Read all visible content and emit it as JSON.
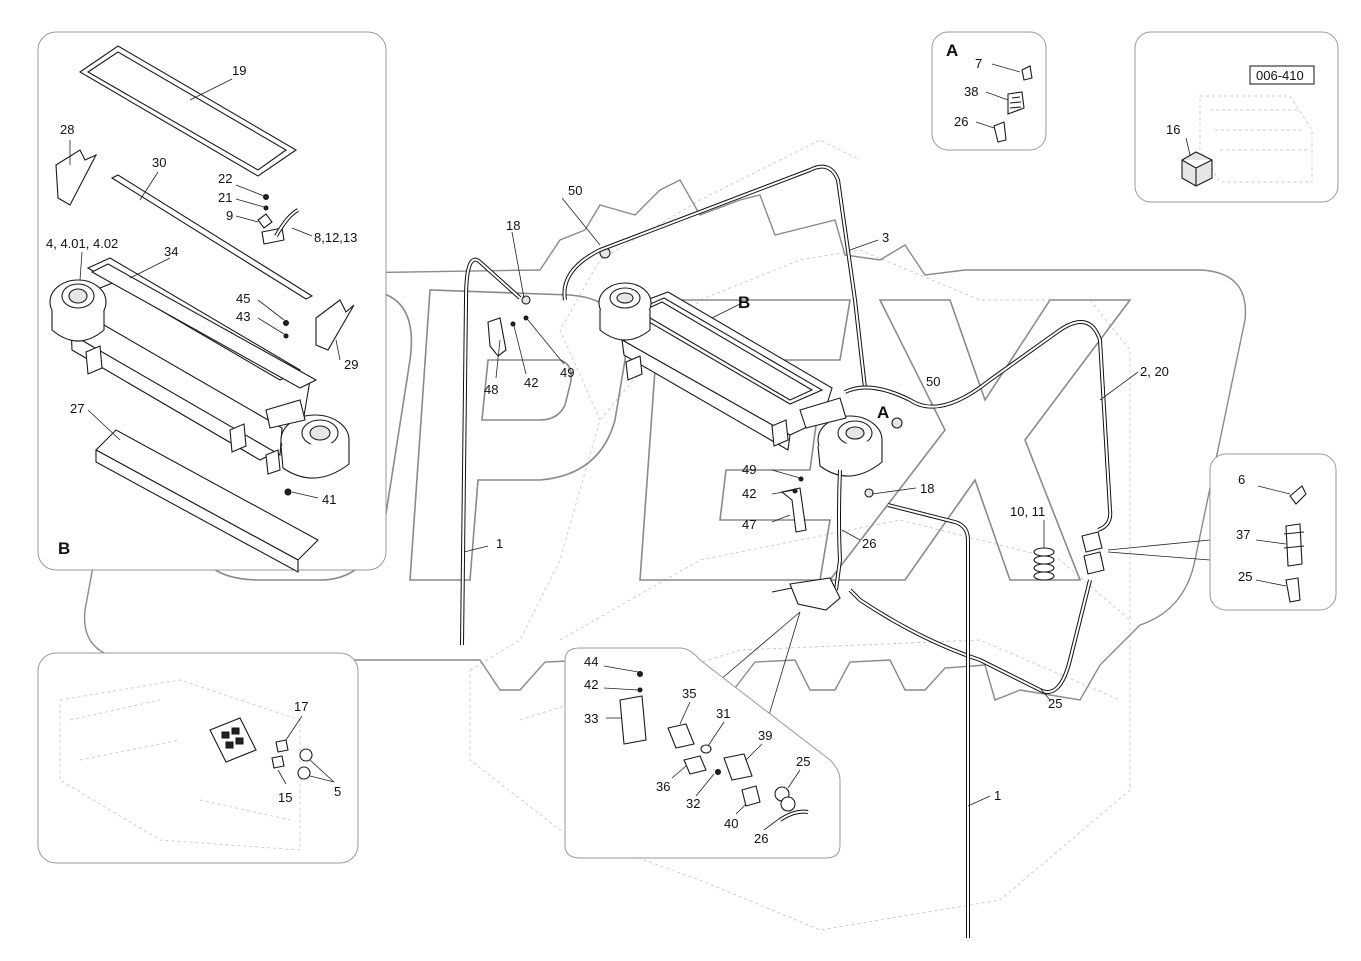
{
  "watermark": {
    "text": "OPEX"
  },
  "sections": {
    "B": "B",
    "A": "A"
  },
  "ref_box": "006-410",
  "labels": {
    "l19": "19",
    "l28": "28",
    "l30": "30",
    "l22": "22",
    "l21": "21",
    "l9": "9",
    "l8_12_13": "8,12,13",
    "l4": "4, 4.01, 4.02",
    "l34": "34",
    "l45": "45",
    "l43": "43",
    "l29": "29",
    "l27": "27",
    "l41": "41",
    "a7": "7",
    "a38": "38",
    "a26": "26",
    "r16": "16",
    "m50a": "50",
    "m3": "3",
    "m18a": "18",
    "m48": "48",
    "m42a": "42",
    "m49a": "49",
    "mB": "B",
    "m50b": "50",
    "m2_20": "2, 20",
    "mA": "A",
    "m49b": "49",
    "m42b": "42",
    "m47": "47",
    "m18b": "18",
    "m26": "26",
    "m10_11": "10, 11",
    "m1a": "1",
    "m1b": "1",
    "m25": "25",
    "s6": "6",
    "s37": "37",
    "s25": "25",
    "d17": "17",
    "d15": "15",
    "d5": "5",
    "v44": "44",
    "v42": "42",
    "v33": "33",
    "v35": "35",
    "v31": "31",
    "v39": "39",
    "v36": "36",
    "v32": "32",
    "v25": "25",
    "v40": "40",
    "v26": "26"
  }
}
